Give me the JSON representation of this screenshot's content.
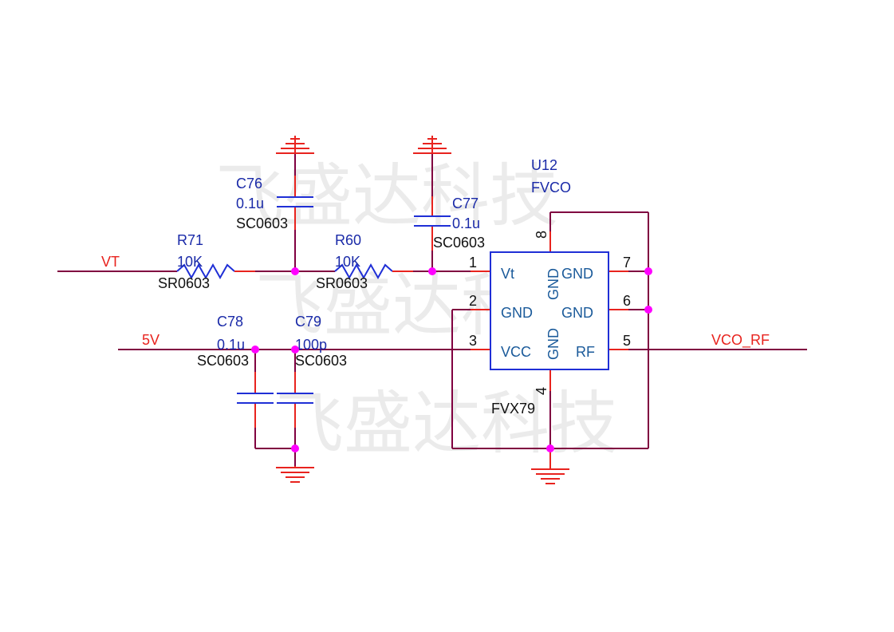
{
  "watermark": "飞盛达科技",
  "nets": {
    "vt": "VT",
    "v5": "5V",
    "vco_rf": "VCO_RF"
  },
  "components": {
    "r71": {
      "ref": "R71",
      "value": "10K",
      "package": "SR0603"
    },
    "r60": {
      "ref": "R60",
      "value": "10K",
      "package": "SR0603"
    },
    "c76": {
      "ref": "C76",
      "value": "0.1u",
      "package": "SC0603"
    },
    "c77": {
      "ref": "C77",
      "value": "0.1u",
      "package": "SC0603"
    },
    "c78": {
      "ref": "C78",
      "value": "0.1u",
      "package": "SC0603"
    },
    "c79": {
      "ref": "C79",
      "value": "100p",
      "package": "SC0603"
    }
  },
  "ic": {
    "ref": "U12",
    "value": "FVCO",
    "part": "FVX79",
    "pins": [
      {
        "num": "1",
        "name": "Vt"
      },
      {
        "num": "2",
        "name": "GND"
      },
      {
        "num": "3",
        "name": "VCC"
      },
      {
        "num": "4",
        "name": "GND"
      },
      {
        "num": "5",
        "name": "RF"
      },
      {
        "num": "6",
        "name": "GND"
      },
      {
        "num": "7",
        "name": "GND"
      },
      {
        "num": "8",
        "name": "GND"
      }
    ]
  },
  "colors": {
    "wire": "#800040",
    "pin": "#e8231e",
    "component": "#1f2fd6",
    "junction": "#ff00ff",
    "net_label": "#e8231e"
  }
}
